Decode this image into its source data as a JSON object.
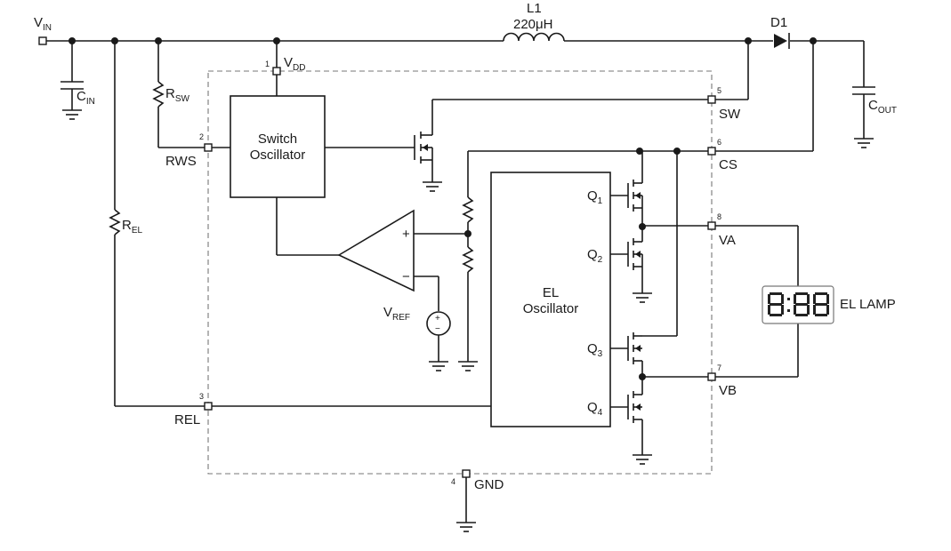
{
  "labels": {
    "vin": "V",
    "vin_sub": "IN",
    "cin": "C",
    "cin_sub": "IN",
    "l1": "L1",
    "l1_value": "220μH",
    "d1": "D1",
    "cout": "C",
    "cout_sub": "OUT",
    "vdd": "V",
    "vdd_sub": "DD",
    "rsw": "R",
    "rsw_sub": "SW",
    "rel": "R",
    "rel_sub": "EL",
    "vref": "V",
    "vref_sub": "REF",
    "switch_osc_line1": "Switch",
    "switch_osc_line2": "Oscillator",
    "el_osc_line1": "EL",
    "el_osc_line2": "Oscillator",
    "q1": "Q",
    "q1_sub": "1",
    "q2": "Q",
    "q2_sub": "2",
    "q3": "Q",
    "q3_sub": "3",
    "q4": "Q",
    "q4_sub": "4",
    "el_lamp": "EL LAMP",
    "plus": "+",
    "minus": "−"
  },
  "pins": [
    {
      "num": "1",
      "name": "VDD"
    },
    {
      "num": "2",
      "name": "RWS"
    },
    {
      "num": "3",
      "name": "REL"
    },
    {
      "num": "4",
      "name": "GND"
    },
    {
      "num": "5",
      "name": "SW"
    },
    {
      "num": "6",
      "name": "CS"
    },
    {
      "num": "7",
      "name": "VB"
    },
    {
      "num": "8",
      "name": "VA"
    }
  ]
}
